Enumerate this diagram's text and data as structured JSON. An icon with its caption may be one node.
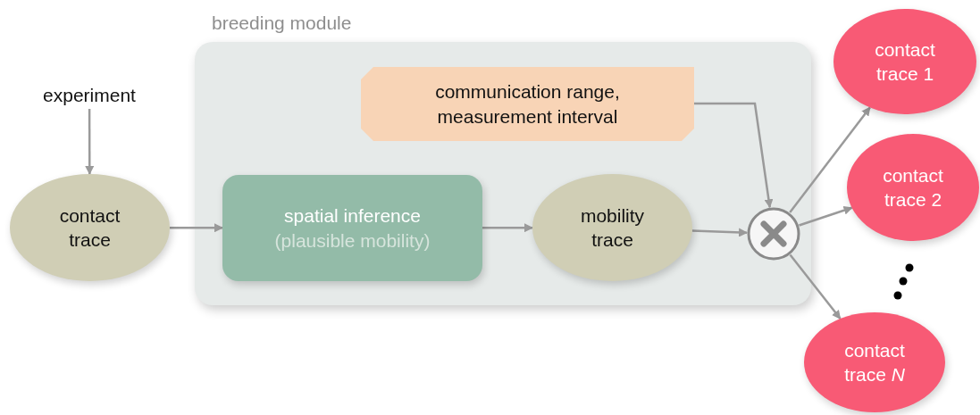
{
  "diagram": {
    "nodes": [
      {
        "text": [
          "breeding module"
        ]
      },
      {
        "text": [
          "experiment"
        ]
      },
      {
        "text": [
          "contact trace"
        ]
      },
      {
        "text": [
          "spatial inference",
          "(plausible mobility)"
        ],
        "in": 0
      },
      {
        "text": [
          "communication range, measurement interval"
        ],
        "in": 0
      },
      {
        "text": [
          "mobility trace"
        ],
        "in": 0
      },
      {
        "text": [],
        "shape": "circle",
        "in": 0
      },
      {
        "text": [
          "contact trace 1"
        ]
      },
      {
        "text": [
          "contact trace 2"
        ]
      },
      {
        "text": [
          "contact trace *N*"
        ]
      }
    ],
    "edges": [
      {
        "from": 1,
        "to": 2,
        "arrow": "to"
      },
      {
        "from": 2,
        "to": 3,
        "arrow": "to"
      },
      {
        "from": 3,
        "to": 5,
        "arrow": "to"
      },
      {
        "from": 5,
        "to": 6,
        "arrow": "to"
      },
      {
        "from": 4,
        "to": 6,
        "arrow": "to"
      },
      {
        "from": 6,
        "to": 7,
        "arrow": "to"
      },
      {
        "from": 6,
        "to": 8,
        "arrow": "to"
      },
      {
        "from": 6,
        "to": 9,
        "arrow": "to"
      }
    ]
  }
}
